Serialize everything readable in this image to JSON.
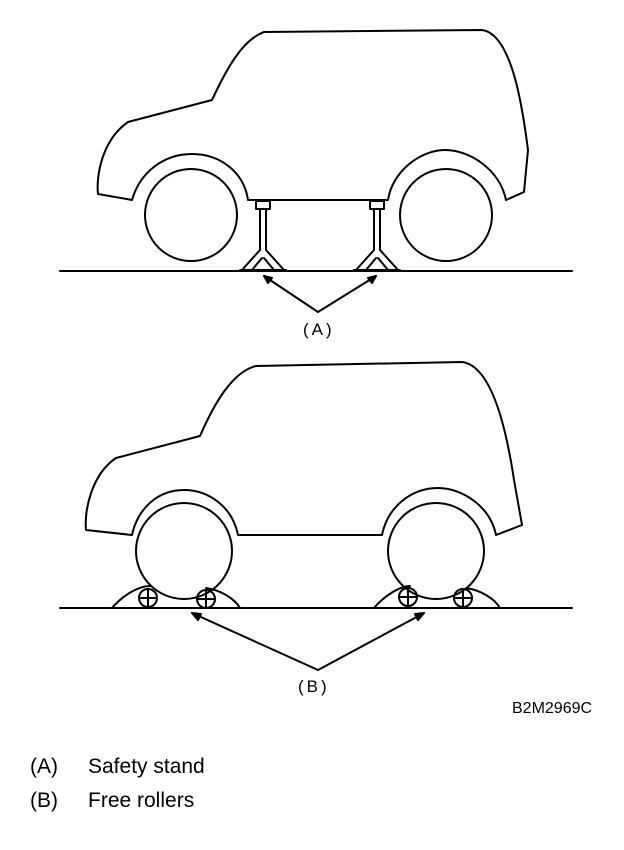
{
  "callouts": {
    "a": "(A)",
    "b": "(B)"
  },
  "figure_code": "B2M2969C",
  "legend": [
    {
      "key": "(A)",
      "label": "Safety stand"
    },
    {
      "key": "(B)",
      "label": "Free rollers"
    }
  ],
  "colors": {
    "line": "#000000",
    "background": "#ffffff"
  }
}
